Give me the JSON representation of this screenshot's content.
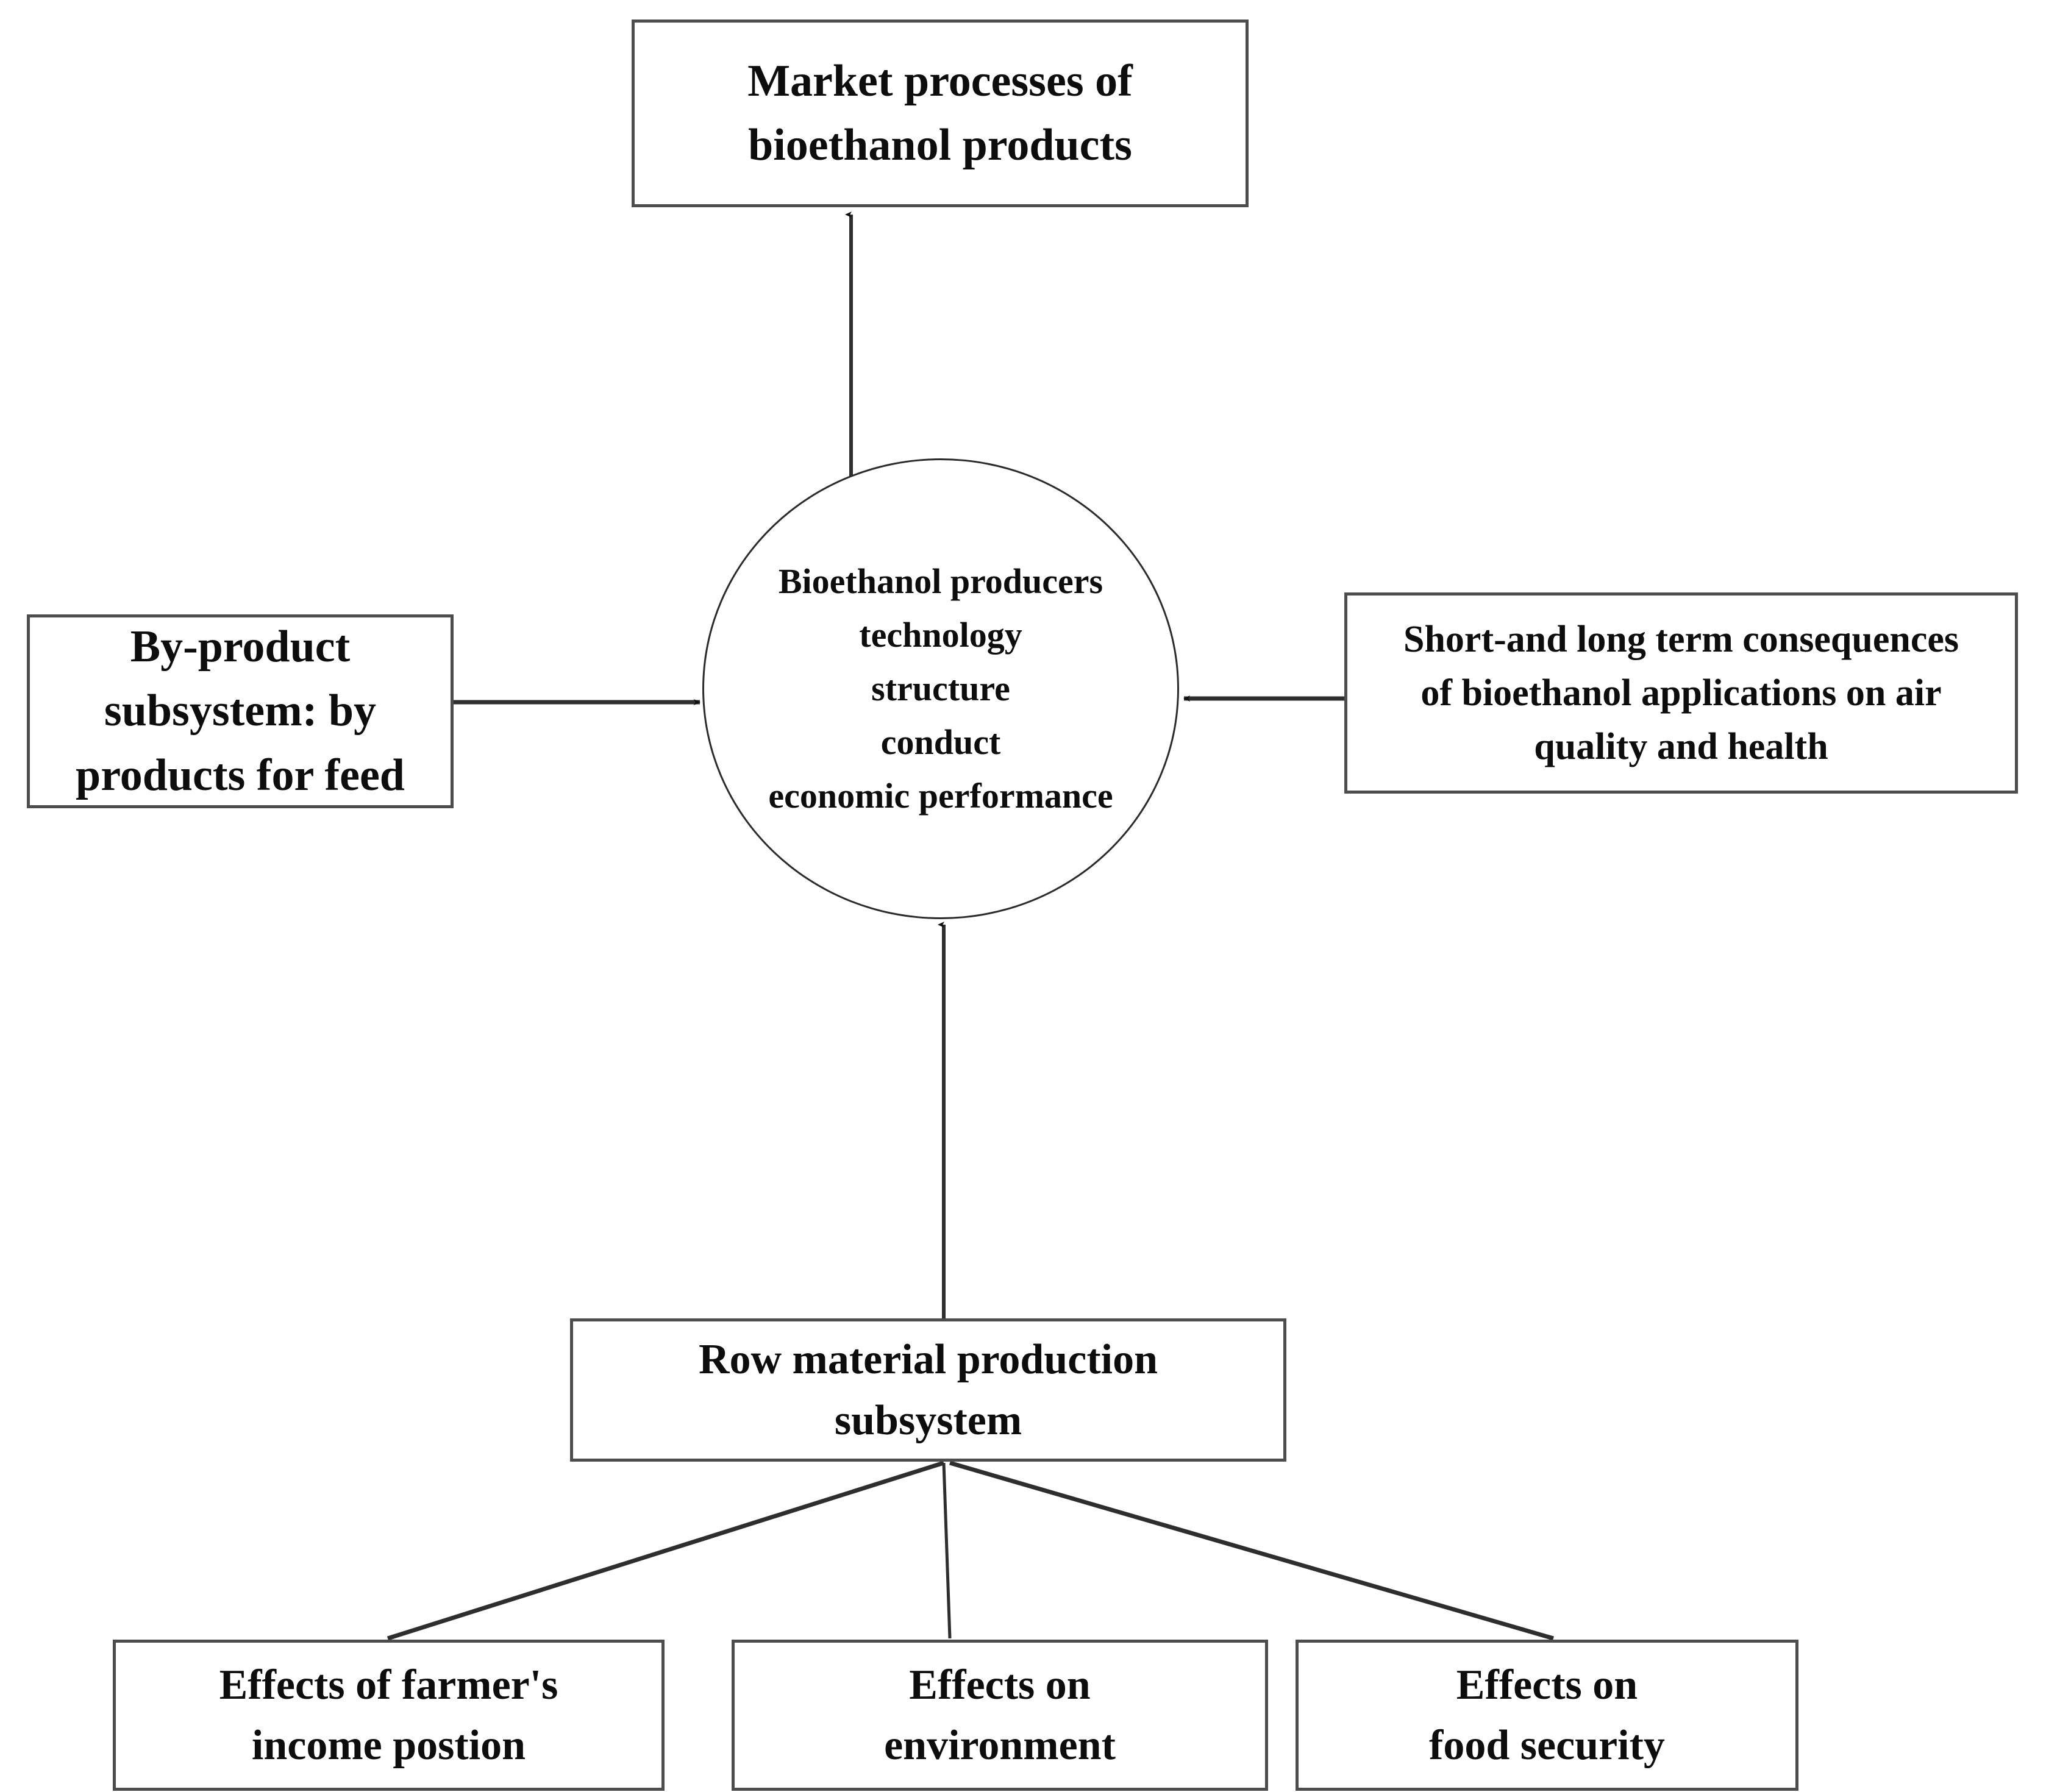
{
  "diagram": {
    "title": "Bioethanol production system diagram",
    "type": "flow-diagram",
    "background_color": "#ffffff",
    "line_color": "#333333",
    "box_border_color": "#4d4d4d",
    "text_color": "#0d0d0d",
    "nodes": [
      {
        "id": "market",
        "shape": "rectangle",
        "label": "Market processes of\nbioethanol products"
      },
      {
        "id": "byproduct",
        "shape": "rectangle",
        "label": "By-product\nsubsystem: by\nproducts for feed"
      },
      {
        "id": "center",
        "shape": "circle",
        "label": "Bioethanol producers\ntechnology\nstructure\nconduct\neconomic performance"
      },
      {
        "id": "consequence",
        "shape": "rectangle",
        "label": "Short-and long term consequences\nof bioethanol applications on air\nquality and health"
      },
      {
        "id": "rowmaterial",
        "shape": "rectangle",
        "label": "Row material production\nsubsystem"
      },
      {
        "id": "farmer",
        "shape": "rectangle",
        "label": "Effects of farmer's\nincome postion"
      },
      {
        "id": "environment",
        "shape": "rectangle",
        "label": "Effects on\nenvironment"
      },
      {
        "id": "foodsecurity",
        "shape": "rectangle",
        "label": "Effects on\nfood security"
      }
    ],
    "edges": [
      {
        "id": "center-to-market",
        "from": "center",
        "to": "market",
        "arrow": "single",
        "direction": "up"
      },
      {
        "id": "byproduct-to-center",
        "from": "byproduct",
        "to": "center",
        "arrow": "single",
        "direction": "right"
      },
      {
        "id": "consequence-to-center",
        "from": "consequence",
        "to": "center",
        "arrow": "single",
        "direction": "left"
      },
      {
        "id": "rowmaterial-to-center",
        "from": "rowmaterial",
        "to": "center",
        "arrow": "single",
        "direction": "up"
      },
      {
        "id": "rowmaterial-to-farmer",
        "from": "rowmaterial",
        "to": "farmer",
        "arrow": "none",
        "direction": "down-left"
      },
      {
        "id": "rowmaterial-to-env",
        "from": "rowmaterial",
        "to": "environment",
        "arrow": "none",
        "direction": "down"
      },
      {
        "id": "rowmaterial-to-food",
        "from": "rowmaterial",
        "to": "foodsecurity",
        "arrow": "none",
        "direction": "down-right"
      }
    ]
  }
}
